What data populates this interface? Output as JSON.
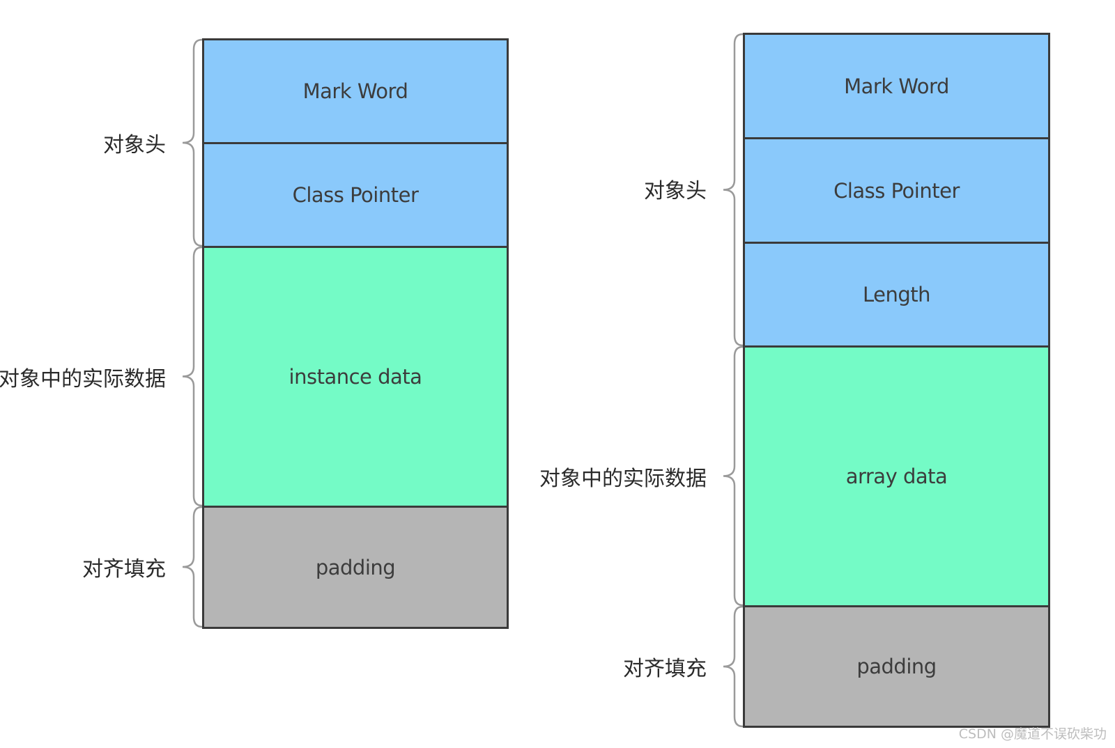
{
  "colors": {
    "header": "#8ac9fb",
    "data": "#74fbc6",
    "padding": "#b5b5b5",
    "border": "#3a3a3a"
  },
  "left": {
    "blocks": [
      {
        "label": "Mark Word",
        "kind": "header"
      },
      {
        "label": "Class Pointer",
        "kind": "header"
      },
      {
        "label": "instance data",
        "kind": "data"
      },
      {
        "label": "padding",
        "kind": "padding"
      }
    ],
    "groups": [
      "对象头",
      "对象中的实际数据",
      "对齐填充"
    ]
  },
  "right": {
    "blocks": [
      {
        "label": "Mark Word",
        "kind": "header"
      },
      {
        "label": "Class Pointer",
        "kind": "header"
      },
      {
        "label": "Length",
        "kind": "header"
      },
      {
        "label": "array data",
        "kind": "data"
      },
      {
        "label": "padding",
        "kind": "padding"
      }
    ],
    "groups": [
      "对象头",
      "对象中的实际数据",
      "对齐填充"
    ]
  },
  "watermark": "CSDN @魔道不误砍柴功"
}
